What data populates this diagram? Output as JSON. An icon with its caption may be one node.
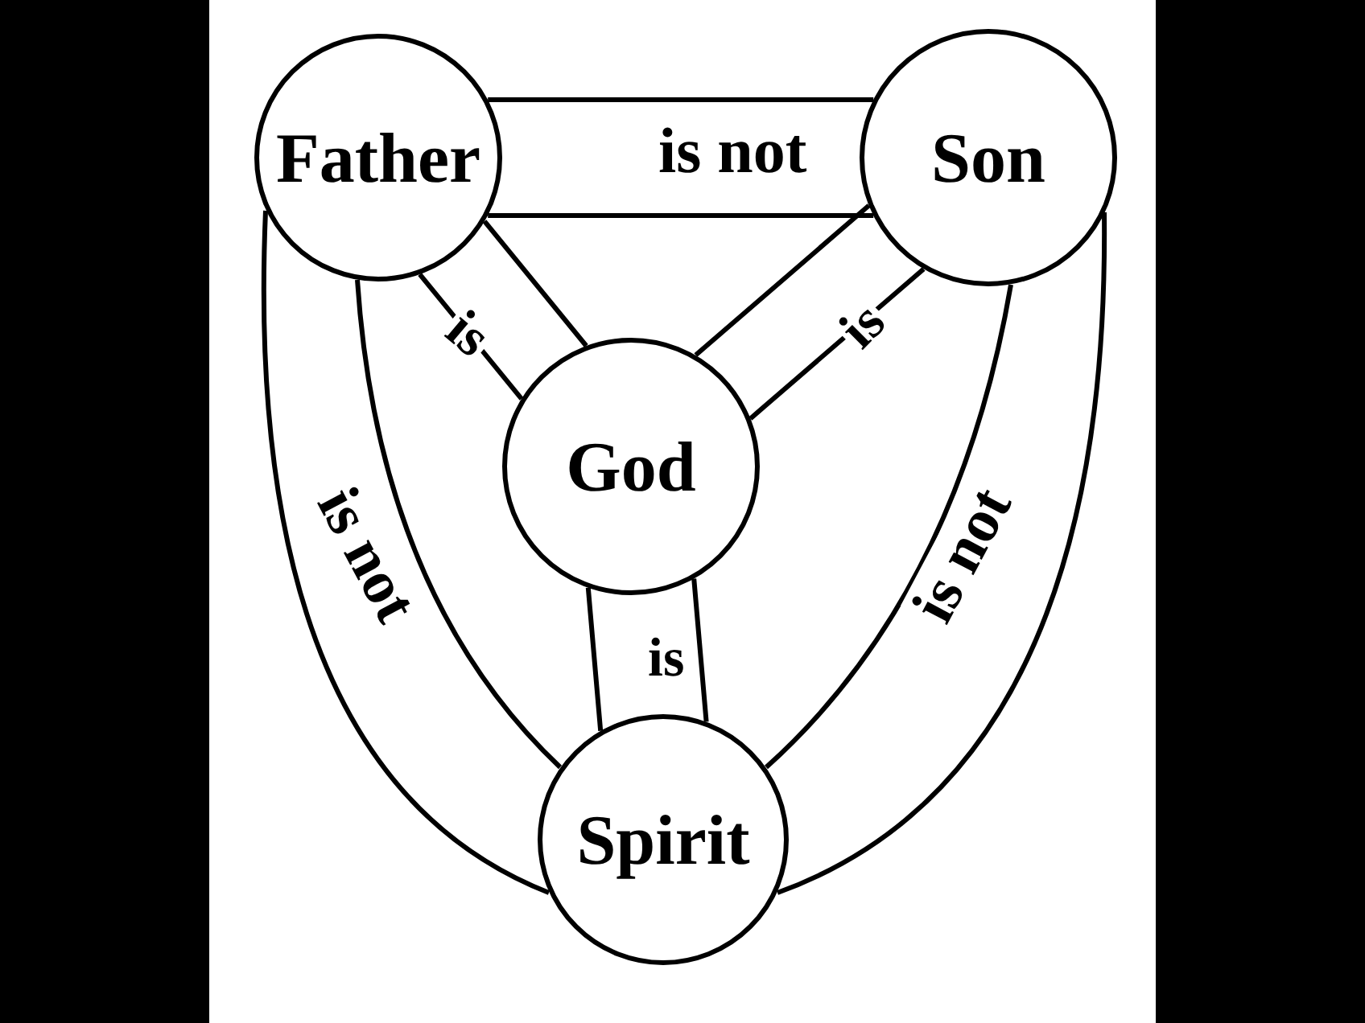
{
  "diagram": {
    "nodes": [
      {
        "text": [
          "Father"
        ]
      },
      {
        "text": [
          "Son"
        ]
      },
      {
        "text": [
          "God"
        ]
      },
      {
        "text": [
          "Spirit"
        ]
      }
    ],
    "edges": [
      {
        "from": 0,
        "to": 1,
        "arrow": "none",
        "label": "is not"
      },
      {
        "from": 0,
        "to": 2,
        "arrow": "none",
        "label": "is"
      },
      {
        "from": 1,
        "to": 2,
        "arrow": "none",
        "label": "is"
      },
      {
        "from": 2,
        "to": 3,
        "arrow": "none",
        "label": "is"
      },
      {
        "from": 0,
        "to": 3,
        "arrow": "none",
        "label": "is not"
      },
      {
        "from": 1,
        "to": 3,
        "arrow": "none",
        "label": "is not"
      }
    ]
  }
}
